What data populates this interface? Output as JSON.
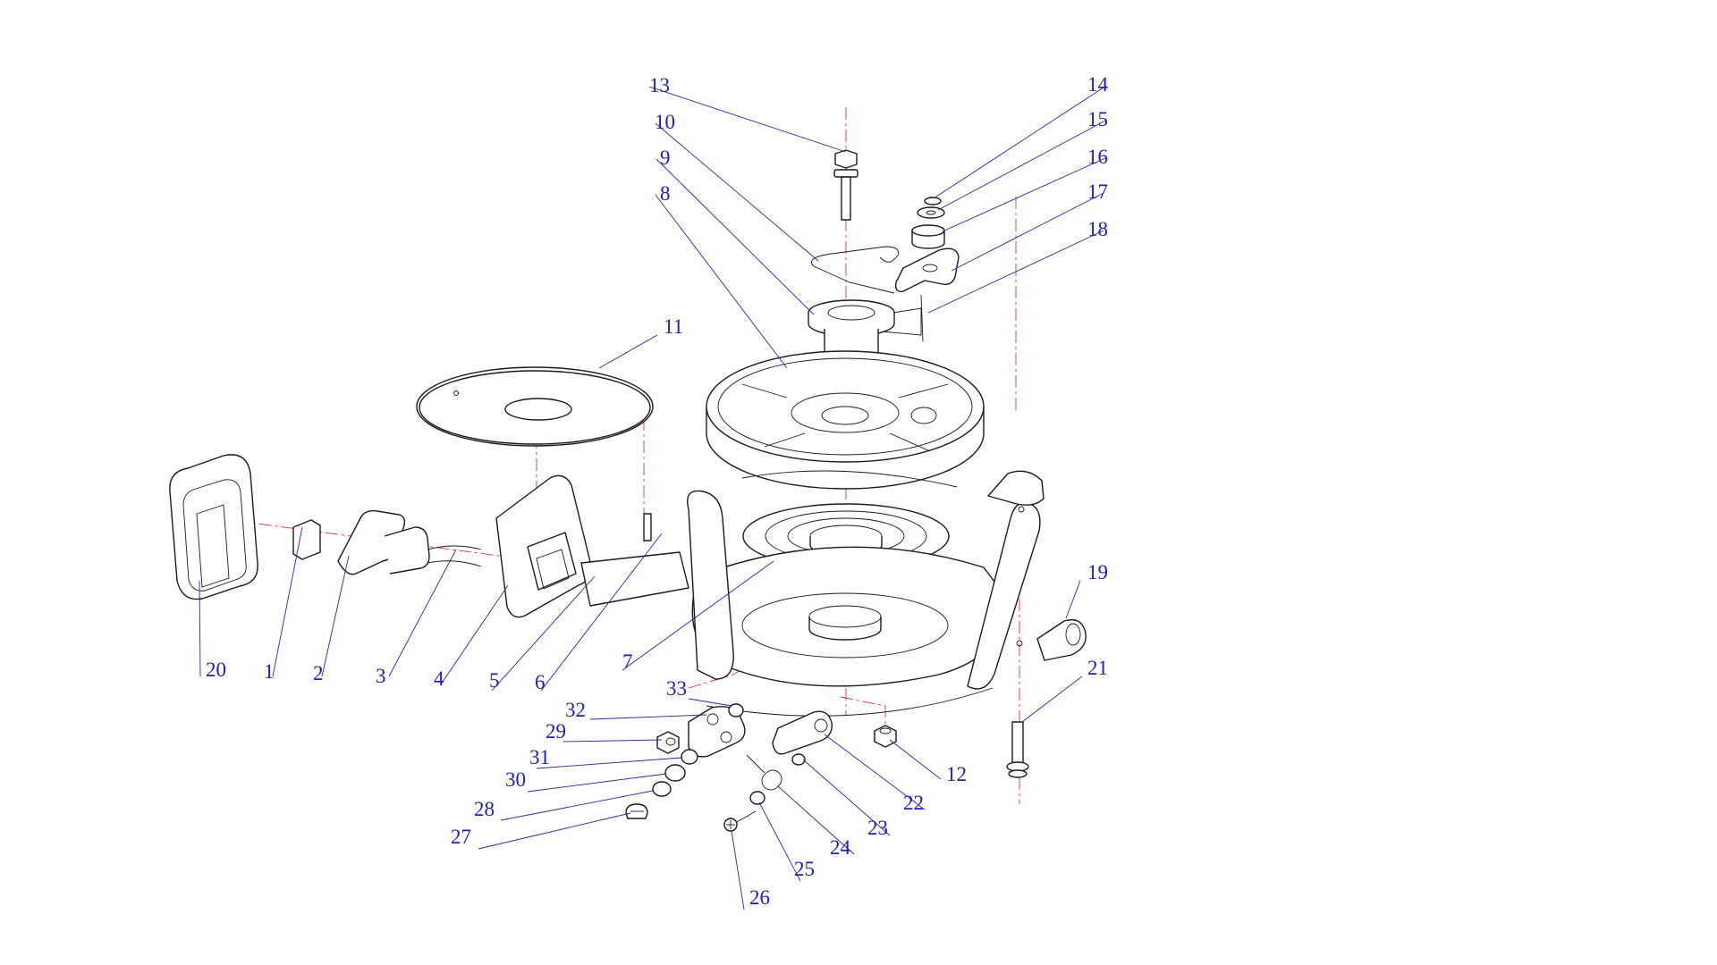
{
  "diagram": {
    "callouts": [
      {
        "id": "1",
        "text": "1"
      },
      {
        "id": "2",
        "text": "2"
      },
      {
        "id": "3",
        "text": "3"
      },
      {
        "id": "4",
        "text": "4"
      },
      {
        "id": "5",
        "text": "5"
      },
      {
        "id": "6",
        "text": "6"
      },
      {
        "id": "7",
        "text": "7"
      },
      {
        "id": "8",
        "text": "8"
      },
      {
        "id": "9",
        "text": "9"
      },
      {
        "id": "10",
        "text": "10"
      },
      {
        "id": "11",
        "text": "11"
      },
      {
        "id": "12",
        "text": "12"
      },
      {
        "id": "13",
        "text": "13"
      },
      {
        "id": "14",
        "text": "14"
      },
      {
        "id": "15",
        "text": "15"
      },
      {
        "id": "16",
        "text": "16"
      },
      {
        "id": "17",
        "text": "17"
      },
      {
        "id": "18",
        "text": "18"
      },
      {
        "id": "19",
        "text": "19"
      },
      {
        "id": "20",
        "text": "20"
      },
      {
        "id": "21",
        "text": "21"
      },
      {
        "id": "22",
        "text": "22"
      },
      {
        "id": "23",
        "text": "23"
      },
      {
        "id": "24",
        "text": "24"
      },
      {
        "id": "25",
        "text": "25"
      },
      {
        "id": "26",
        "text": "26"
      },
      {
        "id": "27",
        "text": "27"
      },
      {
        "id": "28",
        "text": "28"
      },
      {
        "id": "29",
        "text": "29"
      },
      {
        "id": "30",
        "text": "30"
      },
      {
        "id": "31",
        "text": "31"
      },
      {
        "id": "32",
        "text": "32"
      },
      {
        "id": "33",
        "text": "33"
      }
    ],
    "colors": {
      "label": "#1f1fb4",
      "leader": "#2626a8",
      "line_art": "#1a1a1a",
      "center_axis": "#d33333"
    }
  }
}
